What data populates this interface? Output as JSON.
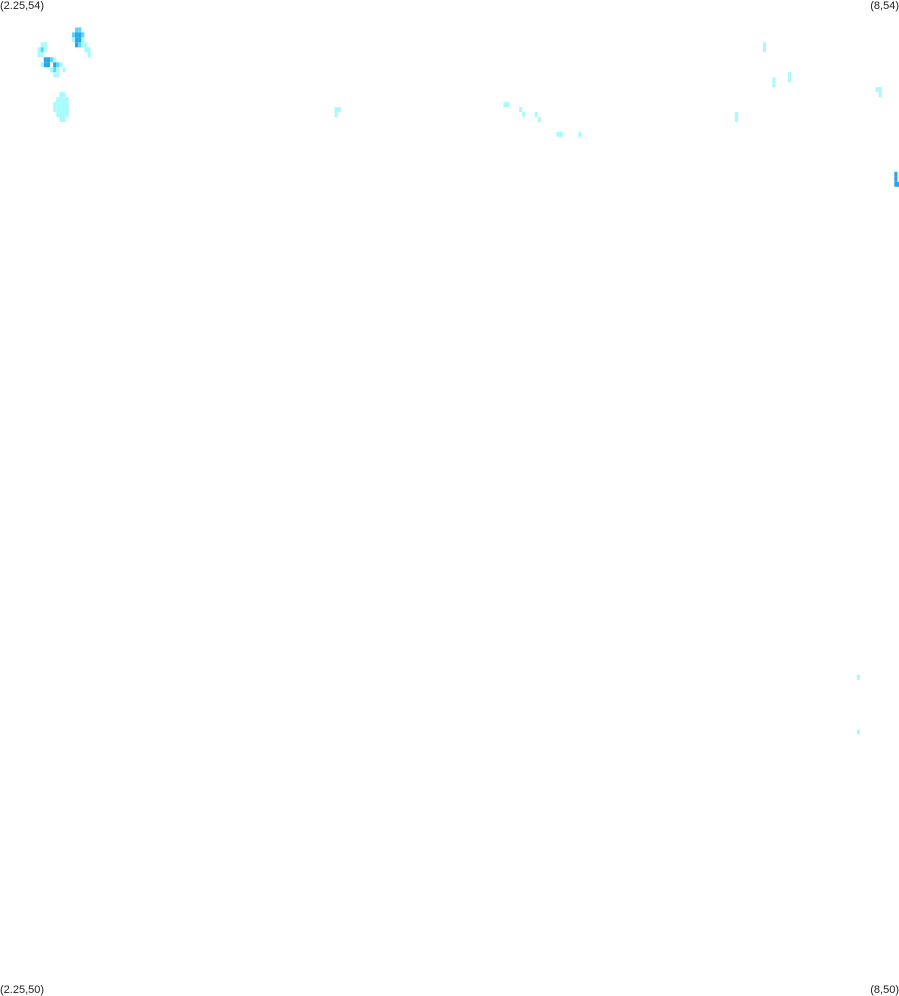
{
  "map": {
    "bounds": {
      "lon_min": 2.25,
      "lon_max": 8,
      "lat_min": 50,
      "lat_max": 54
    },
    "corner_labels": {
      "top_left": "(2.25,54)",
      "top_right": "(8,54)",
      "bottom_left": "(2.25,50)",
      "bottom_right": "(8,50)"
    },
    "background_color": "#ffffff",
    "colors": {
      "low": "#a8fbfb",
      "mid": "#5fd6f2",
      "high": "#2aa4ec"
    },
    "cell_size_deg": 0.02,
    "cells": [
      [
        2.74,
        53.88,
        "mid"
      ],
      [
        2.76,
        53.88,
        "mid"
      ],
      [
        2.72,
        53.86,
        "mid"
      ],
      [
        2.74,
        53.86,
        "high"
      ],
      [
        2.76,
        53.86,
        "high"
      ],
      [
        2.78,
        53.86,
        "mid"
      ],
      [
        2.74,
        53.84,
        "high"
      ],
      [
        2.76,
        53.84,
        "high"
      ],
      [
        2.78,
        53.84,
        "low"
      ],
      [
        2.72,
        53.84,
        "low"
      ],
      [
        2.74,
        53.82,
        "high"
      ],
      [
        2.76,
        53.82,
        "mid"
      ],
      [
        2.78,
        53.82,
        "low"
      ],
      [
        2.8,
        53.82,
        "low"
      ],
      [
        2.8,
        53.8,
        "low"
      ],
      [
        2.82,
        53.8,
        "low"
      ],
      [
        2.82,
        53.78,
        "low"
      ],
      [
        2.52,
        53.82,
        "low"
      ],
      [
        2.54,
        53.82,
        "low"
      ],
      [
        2.5,
        53.8,
        "low"
      ],
      [
        2.52,
        53.8,
        "mid"
      ],
      [
        2.54,
        53.8,
        "low"
      ],
      [
        2.5,
        53.78,
        "low"
      ],
      [
        2.52,
        53.78,
        "low"
      ],
      [
        2.54,
        53.76,
        "high"
      ],
      [
        2.56,
        53.76,
        "high"
      ],
      [
        2.58,
        53.76,
        "mid"
      ],
      [
        2.54,
        53.74,
        "high"
      ],
      [
        2.56,
        53.74,
        "high"
      ],
      [
        2.6,
        53.74,
        "high"
      ],
      [
        2.62,
        53.74,
        "mid"
      ],
      [
        2.52,
        53.74,
        "low"
      ],
      [
        2.64,
        53.74,
        "low"
      ],
      [
        2.6,
        53.76,
        "low"
      ],
      [
        2.58,
        53.72,
        "low"
      ],
      [
        2.6,
        53.72,
        "mid"
      ],
      [
        2.62,
        53.72,
        "low"
      ],
      [
        2.66,
        53.72,
        "low"
      ],
      [
        2.6,
        53.7,
        "low"
      ],
      [
        2.62,
        53.7,
        "low"
      ],
      [
        2.64,
        53.62,
        "low"
      ],
      [
        2.66,
        53.62,
        "low"
      ],
      [
        2.62,
        53.6,
        "low"
      ],
      [
        2.64,
        53.6,
        "low"
      ],
      [
        2.66,
        53.6,
        "low"
      ],
      [
        2.68,
        53.6,
        "low"
      ],
      [
        2.6,
        53.58,
        "low"
      ],
      [
        2.62,
        53.58,
        "low"
      ],
      [
        2.64,
        53.58,
        "low"
      ],
      [
        2.66,
        53.58,
        "low"
      ],
      [
        2.68,
        53.58,
        "low"
      ],
      [
        2.6,
        53.56,
        "low"
      ],
      [
        2.62,
        53.56,
        "low"
      ],
      [
        2.64,
        53.56,
        "low"
      ],
      [
        2.66,
        53.56,
        "low"
      ],
      [
        2.68,
        53.56,
        "low"
      ],
      [
        2.62,
        53.54,
        "low"
      ],
      [
        2.64,
        53.54,
        "low"
      ],
      [
        2.66,
        53.54,
        "low"
      ],
      [
        2.68,
        53.54,
        "low"
      ],
      [
        2.64,
        53.52,
        "low"
      ],
      [
        2.66,
        53.52,
        "low"
      ],
      [
        4.4,
        53.56,
        "low"
      ],
      [
        4.42,
        53.56,
        "low"
      ],
      [
        4.4,
        53.54,
        "low"
      ],
      [
        5.48,
        53.58,
        "low"
      ],
      [
        5.5,
        53.58,
        "low"
      ],
      [
        5.58,
        53.56,
        "low"
      ],
      [
        5.6,
        53.54,
        "low"
      ],
      [
        5.68,
        53.54,
        "low"
      ],
      [
        5.7,
        53.52,
        "low"
      ],
      [
        5.82,
        53.46,
        "low"
      ],
      [
        5.84,
        53.46,
        "low"
      ],
      [
        5.96,
        53.46,
        "low"
      ],
      [
        6.96,
        53.54,
        "low"
      ],
      [
        6.96,
        53.52,
        "low"
      ],
      [
        7.14,
        53.82,
        "low"
      ],
      [
        7.14,
        53.8,
        "low"
      ],
      [
        7.2,
        53.68,
        "low"
      ],
      [
        7.2,
        53.66,
        "low"
      ],
      [
        7.3,
        53.7,
        "low"
      ],
      [
        7.3,
        53.68,
        "low"
      ],
      [
        7.86,
        53.64,
        "low"
      ],
      [
        7.88,
        53.64,
        "low"
      ],
      [
        7.88,
        53.62,
        "low"
      ],
      [
        7.98,
        53.3,
        "high"
      ],
      [
        7.98,
        53.28,
        "high"
      ],
      [
        7.98,
        53.26,
        "high"
      ],
      [
        8.0,
        53.26,
        "high"
      ],
      [
        7.74,
        51.28,
        "low"
      ],
      [
        7.74,
        51.06,
        "low"
      ]
    ]
  }
}
